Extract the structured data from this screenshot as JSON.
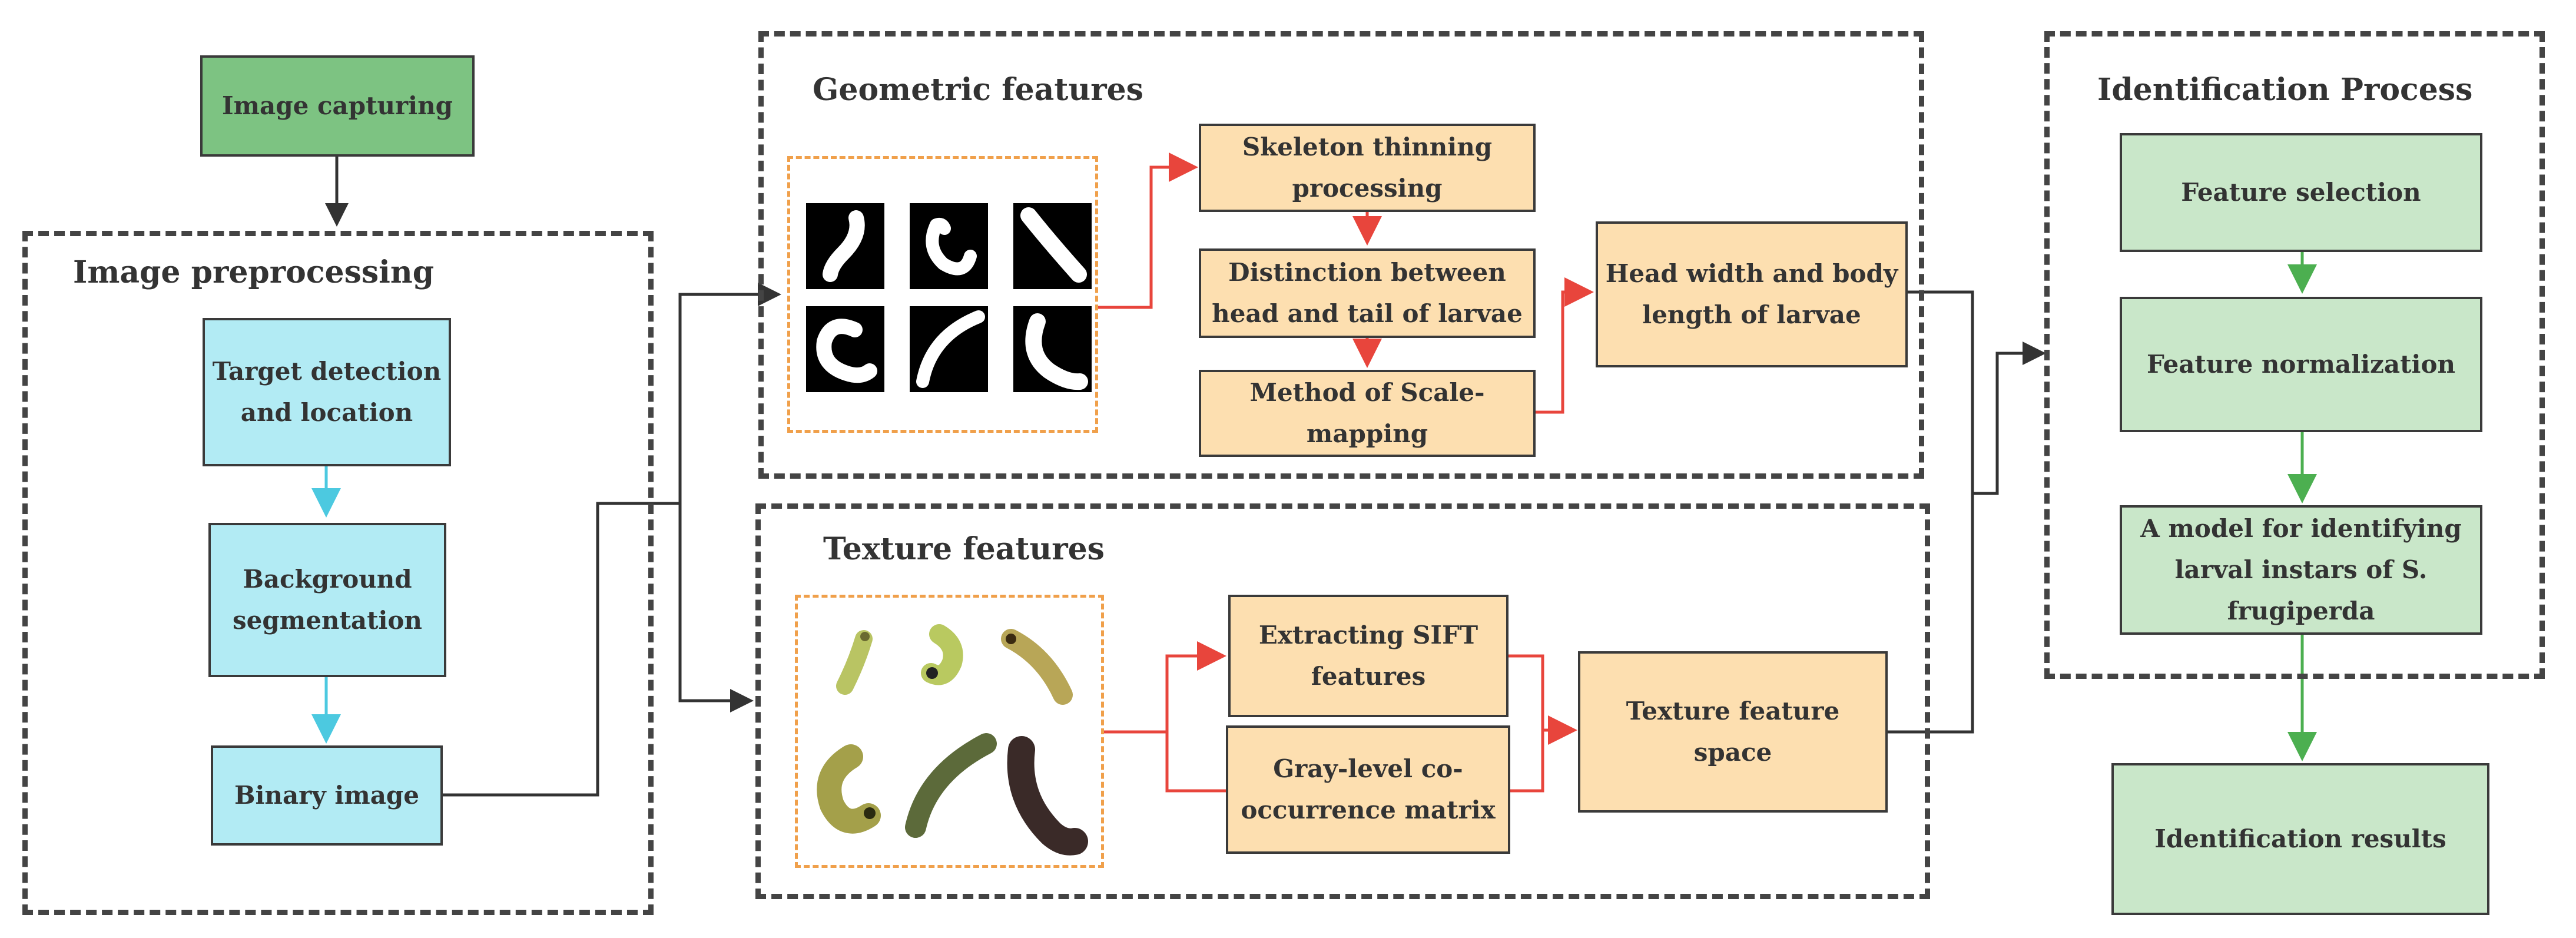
{
  "nodes": {
    "image_capturing": "Image capturing",
    "target_detection": "Target detection and location",
    "background_segmentation": "Background segmentation",
    "binary_image": "Binary image",
    "skeleton_thinning": "Skeleton thinning processing",
    "distinction_head_tail": "Distinction between head and tail of larvae",
    "scale_mapping": "Method of Scale-mapping",
    "head_width_body_length": "Head width and body length of larvae",
    "extracting_sift": "Extracting SIFT features",
    "glcm": "Gray-level co-occurrence matrix",
    "texture_feature_space": "Texture feature space",
    "feature_selection": "Feature selection",
    "feature_normalization": "Feature normalization",
    "identification_model": "A model for identifying larval instars of S. frugiperda",
    "identification_results": "Identification results"
  },
  "groups": {
    "image_preprocessing": "Image preprocessing",
    "geometric_features": "Geometric features",
    "texture_features": "Texture features",
    "identification_process": "Identification Process"
  },
  "colors": {
    "capture_fill": "#7dc382",
    "identification_fill": "#c9e7c9",
    "preprocessing_fill": "#b2ebf4",
    "feature_fill": "#fddfb0",
    "red_arrow": "#e8453c",
    "cyan_arrow": "#4cc9e0",
    "green_arrow": "#4caf50",
    "dark_line": "#333333",
    "image_frame": "#f0a04b"
  }
}
